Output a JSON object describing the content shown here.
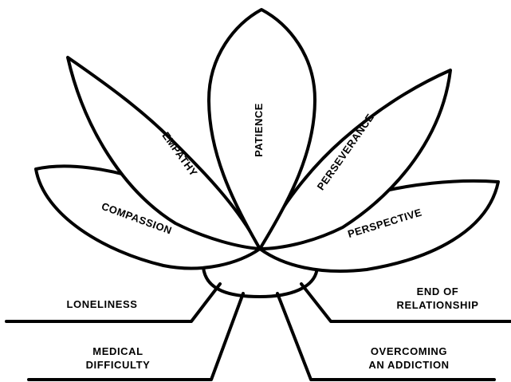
{
  "petals": {
    "patience": "PATIENCE",
    "empathy": "EMPATHY",
    "perseverance": "PERSEVERANCE",
    "compassion": "COMPASSION",
    "perspective": "PERSPECTIVE"
  },
  "roots": {
    "loneliness": "LONELINESS",
    "end_of_relationship": [
      "END OF",
      "RELATIONSHIP"
    ],
    "medical_difficulty": [
      "MEDICAL",
      "DIFFICULTY"
    ],
    "overcoming_addiction": [
      "OVERCOMING",
      "AN ADDICTION"
    ]
  }
}
